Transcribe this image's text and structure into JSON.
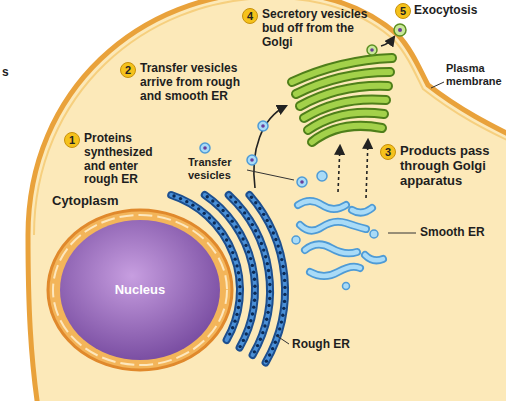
{
  "diagram": {
    "nodes": [
      {
        "text": [
          "Nucleus"
        ]
      }
    ],
    "labels": [
      "s",
      "4",
      "Secretory vesicles bud off from the Golgi",
      "5",
      "Exocytosis",
      "2",
      "Transfer vesicles arrive from rough and smooth ER",
      "Plasma membrane",
      "1",
      "Proteins synthesized and enter rough ER",
      "Transfer vesicles",
      "3",
      "Products pass through Golgi apparatus",
      "Cytoplasm",
      "Smooth ER",
      "Rough ER"
    ]
  }
}
